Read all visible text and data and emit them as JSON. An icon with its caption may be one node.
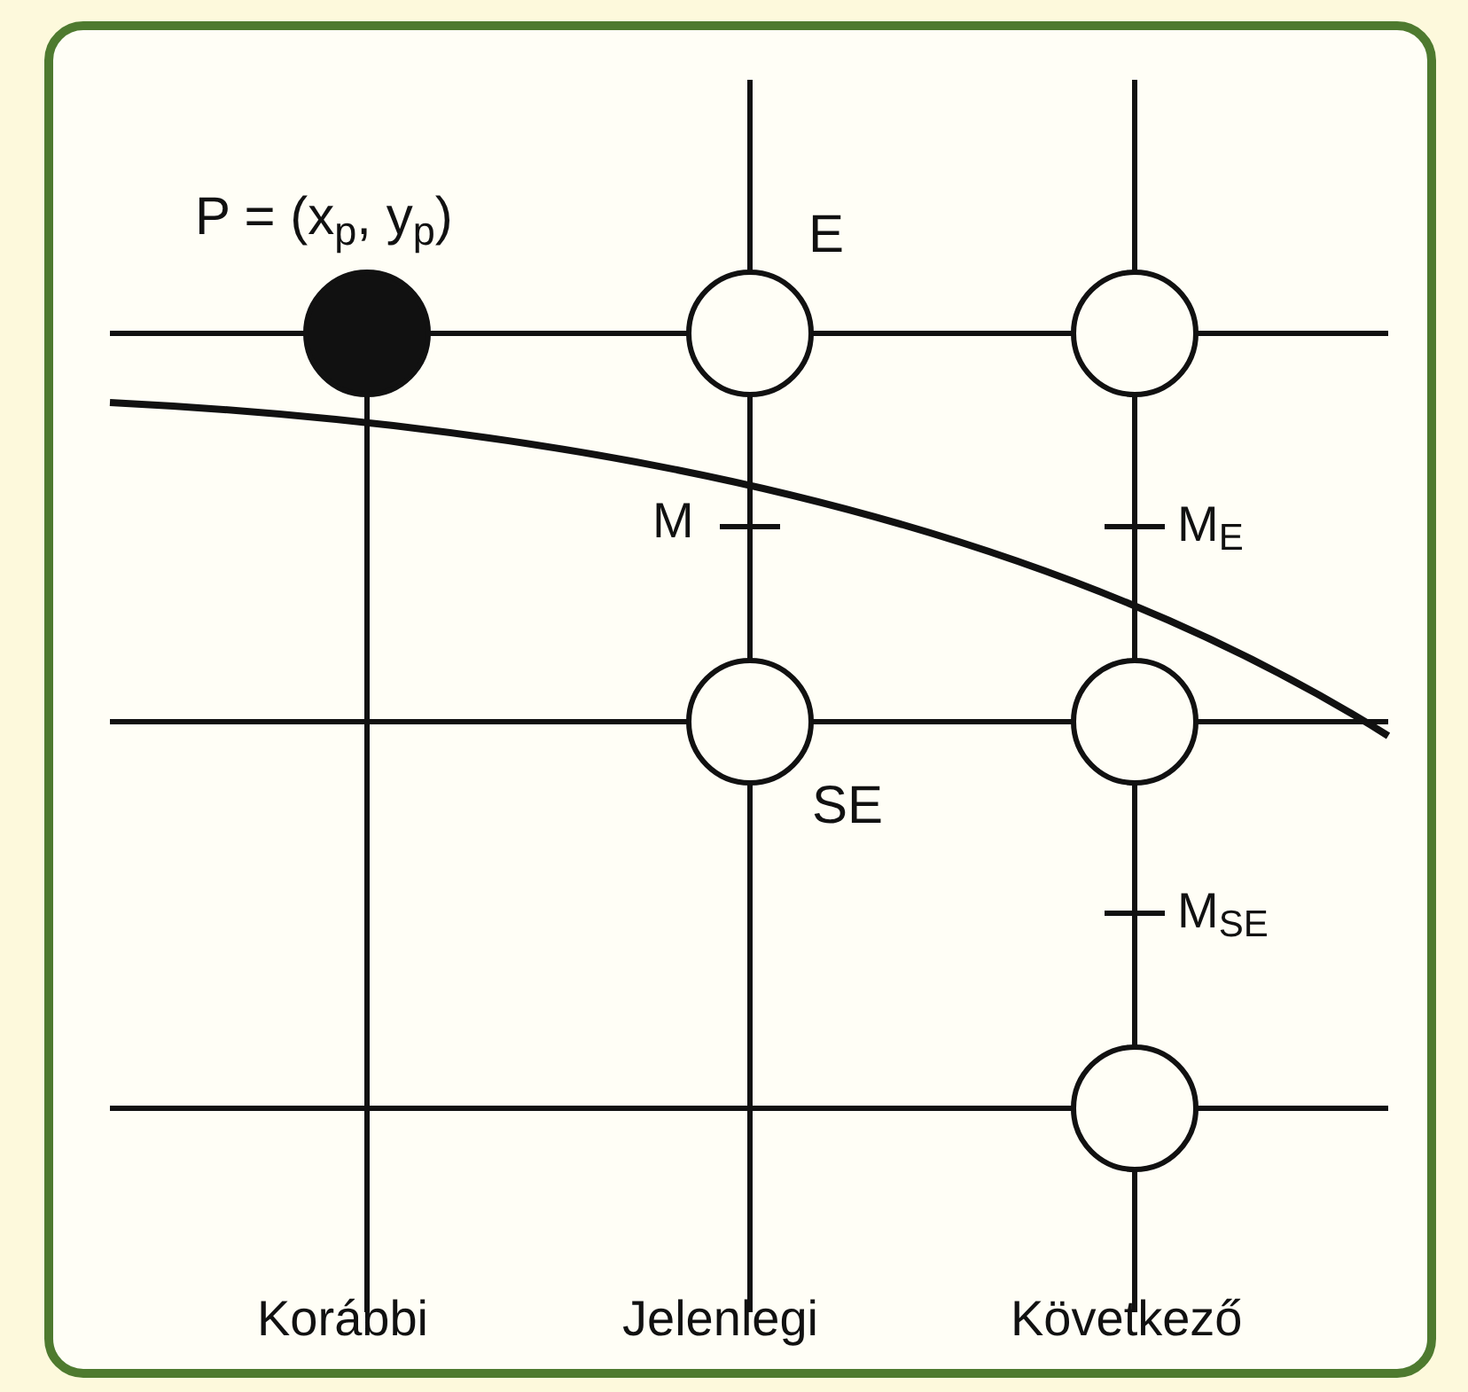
{
  "diagram": {
    "nodes": [
      {
        "text": [],
        "shape": "dot",
        "beside": [
          "P = (x$_{p}$, y$_{p}$)"
        ]
      },
      {
        "text": [],
        "shape": "circle",
        "beside": [
          "E"
        ]
      },
      {
        "text": [],
        "shape": "circle"
      },
      {
        "text": [],
        "shape": "circle",
        "beside": [
          "SE"
        ]
      },
      {
        "text": [],
        "shape": "circle"
      },
      {
        "text": [],
        "shape": "circle"
      }
    ],
    "labels": [
      "M",
      "M$_{E}$",
      "M$_{SE}$",
      "Korábbi",
      "Jelenlegi",
      "Következő"
    ]
  }
}
